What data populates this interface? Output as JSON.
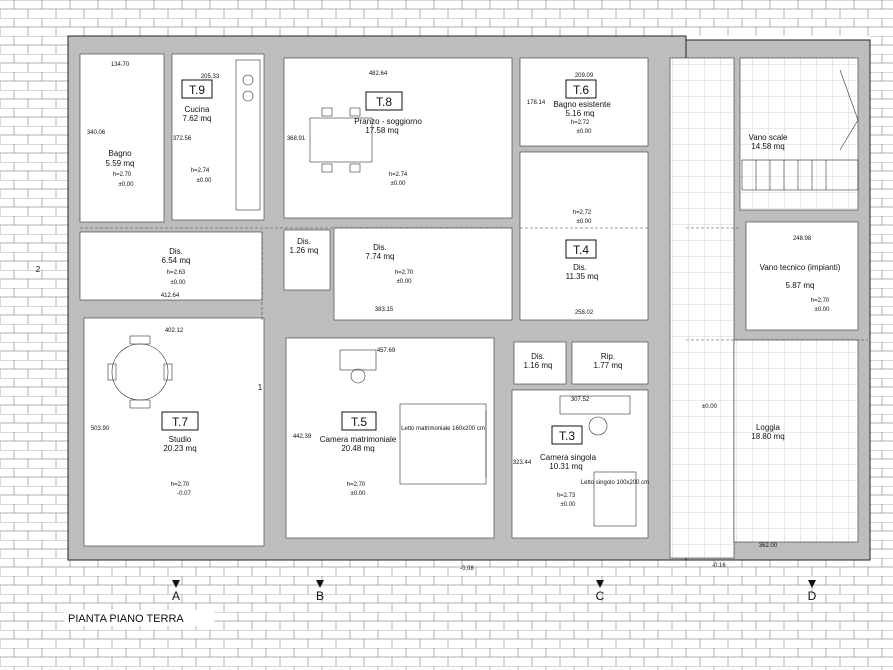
{
  "title": "PIANTA PIANO TERRA",
  "sections": [
    "A",
    "B",
    "C",
    "D"
  ],
  "side_marks": [
    "2",
    "1"
  ],
  "rooms": {
    "t9": {
      "tag": "T.9",
      "name": "Cucina",
      "area": "7.62 mq",
      "height": "h=2.74",
      "level": "±0.00",
      "dim_w": "205.33",
      "dim_h": "372.56"
    },
    "t8": {
      "tag": "T.8",
      "name": "Pranzo - soggiorno",
      "area": "17.58 mq",
      "height": "h=2.74",
      "level": "±0.00",
      "dim_w": "482.64",
      "dim_h": "368.91"
    },
    "t6": {
      "tag": "T.6",
      "name": "Bagno esistente",
      "area": "5.16 mq",
      "height": "h=2.72",
      "level": "±0.00",
      "dim_w": "209.09",
      "dim_h": "178.14"
    },
    "bagno": {
      "name": "Bagno",
      "area": "5.59 mq",
      "height": "h=2.70",
      "level": "±0.00",
      "dim_w": "134.70",
      "dim_h": "340.06"
    },
    "dis1": {
      "name": "Dis.",
      "area": "6.54 mq",
      "height": "h=2.63",
      "level": "±0.00",
      "dim_w": "412.64"
    },
    "dis2": {
      "name": "Dis.",
      "area": "1.26 mq"
    },
    "dis3": {
      "name": "Dis.",
      "area": "7.74 mq",
      "height": "h=2.70",
      "level": "±0.00",
      "dim_w": "383.15"
    },
    "t4": {
      "tag": "T.4",
      "name": "Dis.",
      "area": "11.35 mq",
      "height": "h=2.72",
      "level": "±0.00",
      "dim_w": "258.02"
    },
    "vano_scale": {
      "name": "Vano scale",
      "area": "14.58 mq"
    },
    "vano_tecnico": {
      "name": "Vano tecnico (impianti)",
      "area": "5.87 mq",
      "height": "h=2.70",
      "level": "±0.00",
      "dim_w": "248.98"
    },
    "t7": {
      "tag": "T.7",
      "name": "Studio",
      "area": "20.23 mq",
      "height": "h=2.70",
      "level": "-0.07",
      "dim_w": "402.12",
      "dim_h": "503.90"
    },
    "t5": {
      "tag": "T.5",
      "name": "Camera matrimoniale",
      "area": "20.48 mq",
      "height": "h=2.70",
      "level": "±0.00",
      "dim_w": "457.69",
      "dim_h": "442.39",
      "bed": "Letto matrimoniale 160x200 cm"
    },
    "dis4": {
      "name": "Dis.",
      "area": "1.16 mq"
    },
    "rip": {
      "name": "Rip.",
      "area": "1.77 mq"
    },
    "t3": {
      "tag": "T.3",
      "name": "Camera singola",
      "area": "10.31 mq",
      "height": "h=2.73",
      "level": "±0.00",
      "dim_w": "307.52",
      "dim_h": "323.44",
      "bed": "Letto singolo 100x200 cm"
    },
    "loggia": {
      "name": "Loggia",
      "area": "18.80 mq",
      "dim_w": "362.00"
    }
  },
  "levels": {
    "outside": "-0.16",
    "front": "-0.08",
    "stairs": "±0.00"
  }
}
